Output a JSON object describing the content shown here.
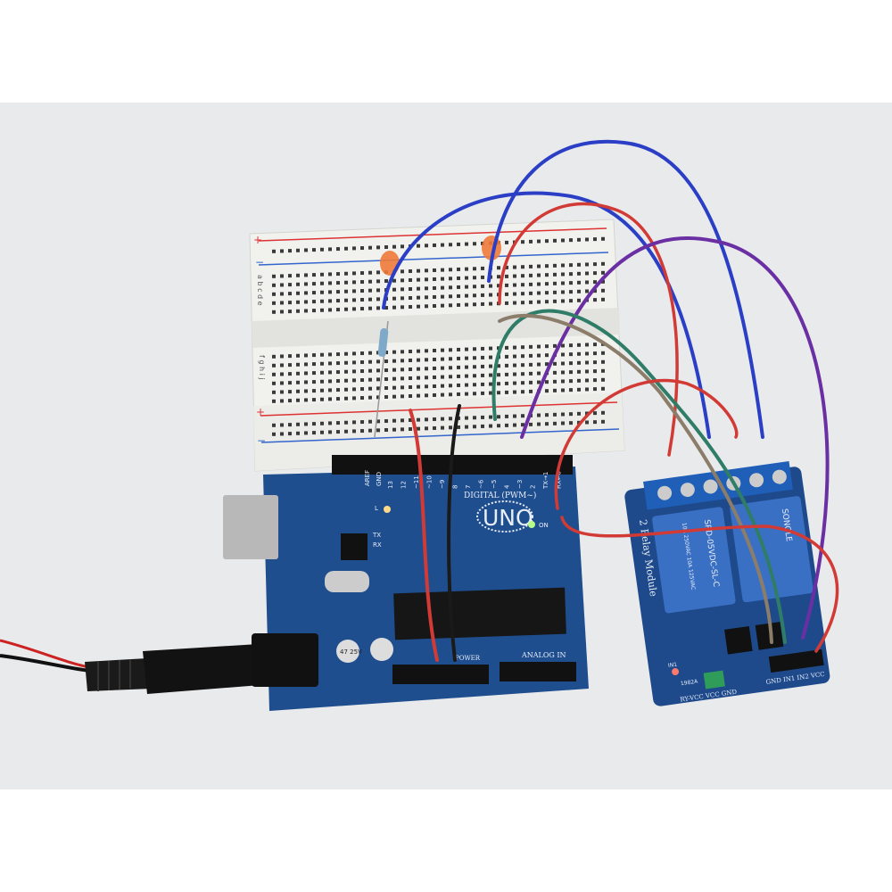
{
  "scene": {
    "background_color": "#e9eaec",
    "board_color": "#1f4e8f",
    "breadboard_color": "#f1f1ee"
  },
  "arduino": {
    "logo": "UNO",
    "digital_label": "DIGITAL (PWM~)",
    "analog_label": "ANALOG IN",
    "power_label": "POWER",
    "aref_label": "AREF",
    "gnd_label": "GND",
    "pin_labels": [
      "13",
      "12",
      "~11",
      "~10",
      "~9",
      "8",
      "7",
      "~6",
      "~5",
      "4",
      "~3",
      "2",
      "TX→1",
      "RX←0"
    ],
    "led_l": "L",
    "led_tx": "TX",
    "led_rx": "RX",
    "led_on": "ON",
    "cap_label": "47 25V"
  },
  "relay_module": {
    "title": "2 Relay Module",
    "relay_model": "SRD-05VDC-SL-C",
    "relay_brand": "SONGLE",
    "relay_rating": "10A 250VAC 10A 125VAC",
    "header_labels": "GND IN1 IN2 VCC",
    "jumper_labels": "RY-VCC VCC GND",
    "led_label": "IN1",
    "chip_label": "1982A"
  },
  "breadboard": {
    "plus": "+",
    "minus": "−",
    "row_letters_top": "a b c d e",
    "row_letters_bottom": "f g h i j"
  }
}
